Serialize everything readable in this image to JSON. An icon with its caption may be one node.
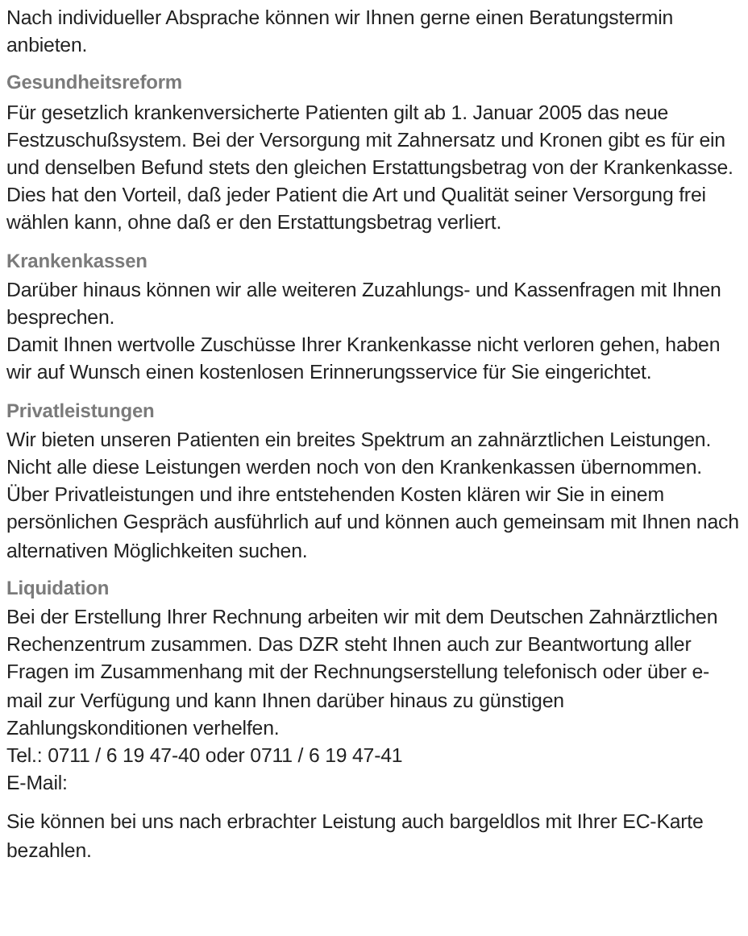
{
  "diagram": {
    "labels": [
      "Nach individueller Absprache können wir Ihnen gerne einen Beratungstermin anbieten.",
      "Gesundheitsreform",
      "Für gesetzlich krankenversicherte Patienten gilt ab 1. Januar 2005 das neue Festzuschußsystem. Bei der Versorgung mit Zahnersatz und Kronen gibt es für ein und denselben Befund stets den gleichen Erstattungsbetrag von der Krankenkasse. Dies hat den Vorteil, daß jeder Patient die Art und Qualität seiner Versorgung frei wählen kann, ohne daß er den Erstattungsbetrag verliert.",
      "Krankenkassen",
      "Darüber hinaus können wir alle weiteren Zuzahlungs- und Kassenfragen mit Ihnen besprechen.",
      "Damit Ihnen wertvolle Zuschüsse Ihrer Krankenkasse nicht verloren gehen, haben wir auf Wunsch einen kostenlosen Erinnerungsservice für Sie eingerichtet.",
      "Privatleistungen",
      "Wir bieten unseren Patienten ein breites Spektrum an zahnärztlichen Leistungen.",
      "Nicht alle diese Leistungen werden noch von den Krankenkassen übernommen.",
      "Über Privatleistungen und ihre entstehenden Kosten klären wir Sie in einem persönlichen Gespräch ausführlich auf und können auch gemeinsam mit Ihnen nach alternativen Möglichkeiten suchen.",
      "Liquidation",
      "Bei der Erstellung Ihrer Rechnung arbeiten wir mit dem Deutschen Zahnärztlichen Rechenzentrum zusammen. Das DZR steht Ihnen auch zur Beantwortung aller Fragen im Zusammenhang mit der Rechnungserstellung telefonisch oder über e-mail zur Verfügung und kann Ihnen darüber hinaus zu günstigen Zahlungskonditionen verhelfen.",
      "Tel.: 0711 / 6 19 47-40 oder 0711 / 6 19 47-41",
      "E-Mail:",
      "Sie können bei uns nach erbrachter Leistung auch bargeldlos mit Ihrer EC-Karte bezahlen."
    ]
  }
}
